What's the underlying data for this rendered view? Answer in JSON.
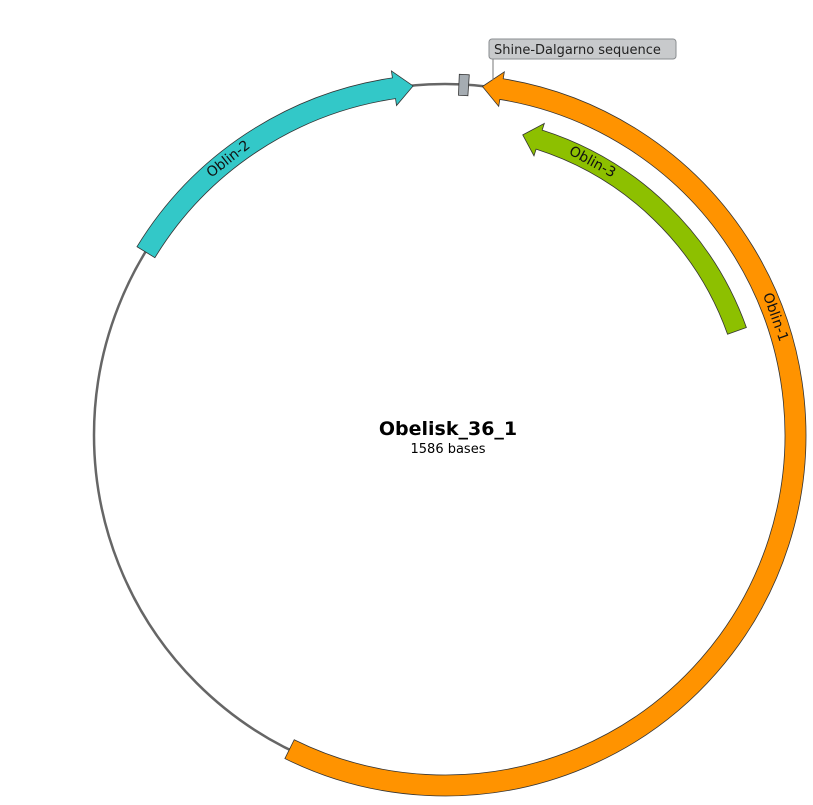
{
  "plasmid": {
    "name": "Obelisk_36_1",
    "length_label": "1586 bases",
    "length_bp": 1586,
    "backbone_color": "#666666"
  },
  "features": [
    {
      "id": "oblin-1",
      "label": "Oblin-1",
      "start": 27,
      "end": 909,
      "strand": -1,
      "color": "#FF9300",
      "ring": "outer"
    },
    {
      "id": "oblin-2",
      "label": "Oblin-2",
      "start": 1328,
      "end": 1563,
      "strand": 1,
      "color": "#33C8C8",
      "ring": "outer"
    },
    {
      "id": "oblin-3",
      "label": "Oblin-3",
      "start": 64,
      "end": 310,
      "strand": -1,
      "color": "#8DC000",
      "ring": "inner"
    },
    {
      "id": "shine-dalgarno",
      "label": "Shine-Dalgarno sequence",
      "start": 10,
      "end": 17,
      "strand": 0,
      "color": "#A5ACB2",
      "ring": "outer"
    }
  ]
}
